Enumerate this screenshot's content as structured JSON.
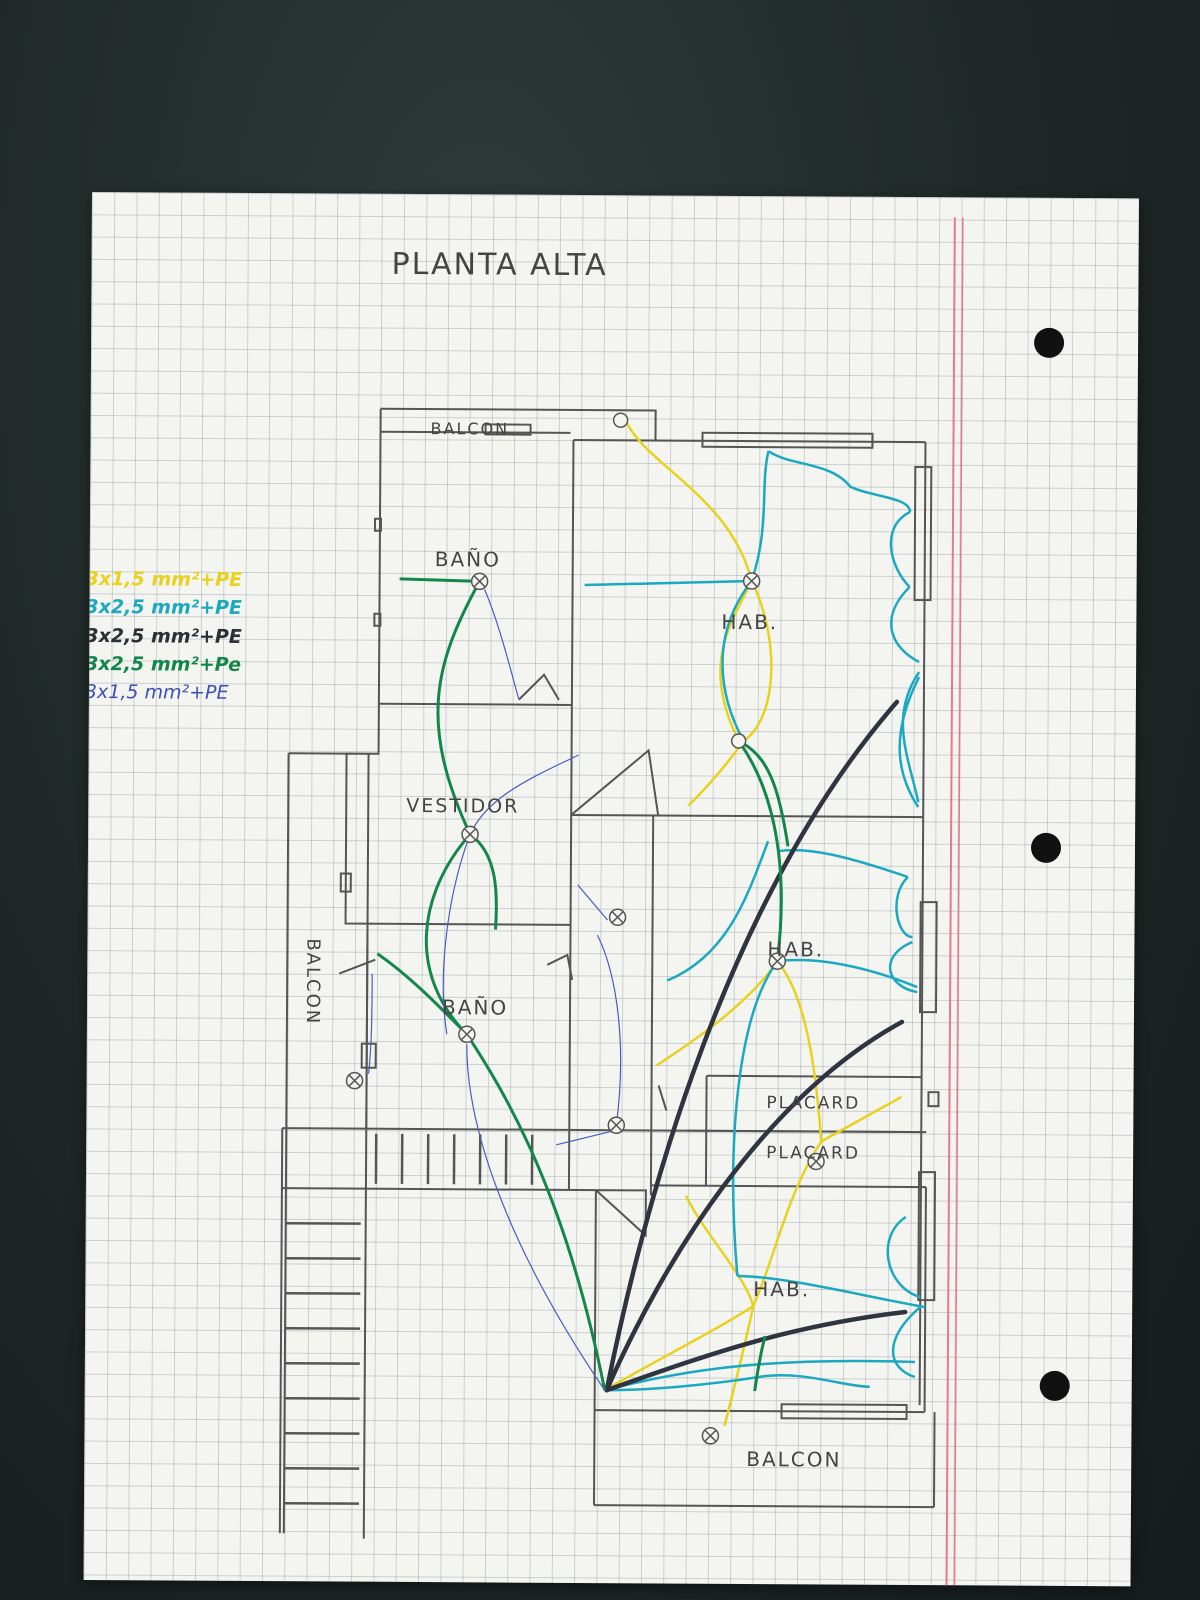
{
  "title": "PLANTA ALTA",
  "rooms": {
    "balcon_top": "BALCON",
    "bano_top": "BAÑO",
    "hab_1": "HAB.",
    "vestidor": "VESTIDOR",
    "hab_2": "HAB.",
    "balcon_left": "BALCON",
    "bano_mid": "BAÑO",
    "placard_1": "PLACARD",
    "placard_2": "PLACARD",
    "hab_3": "HAB.",
    "balcon_bottom": "BALCON"
  },
  "legend": [
    {
      "text": "3x1,5 mm²+PE",
      "color": "#e8d21e"
    },
    {
      "text": "3x2,5 mm²+PE",
      "color": "#1aa9c0"
    },
    {
      "text": "3x2,5 mm²+PE",
      "color": "#2a2f36"
    },
    {
      "text": "3x2,5 mm²+Pe",
      "color": "#13874a"
    },
    {
      "text": "3x1,5 mm²+PE",
      "color": "#3c4fb8"
    }
  ],
  "wire_colors": {
    "yellow": "#e8d21e",
    "cyan": "#1aa9c0",
    "dark": "#2a2f36",
    "green": "#13874a",
    "blue": "#4a5cc4",
    "pencil": "#555555",
    "margin_line": "#e57a8c"
  },
  "icons": {
    "light_point": "circle-cross-icon",
    "switch": "switch-icon",
    "outlet": "outlet-icon",
    "punch_hole": "hole-icon"
  }
}
